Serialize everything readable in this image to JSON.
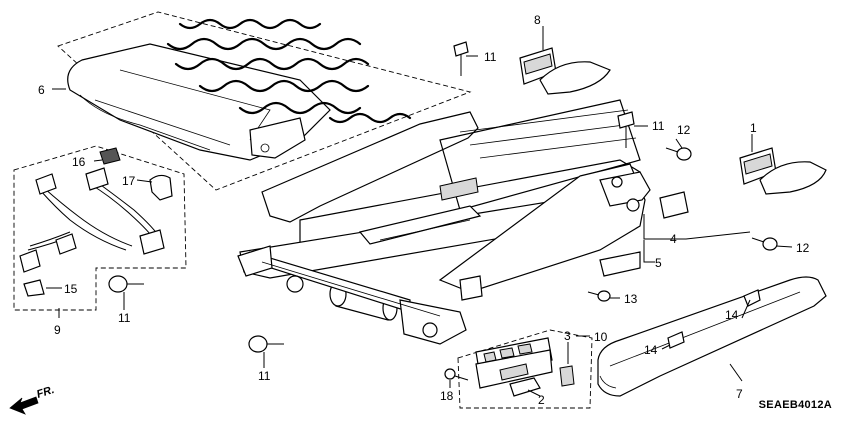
{
  "diagram_code": "SEAEB4012A",
  "direction_label": "FR.",
  "callouts": [
    {
      "key": "c1",
      "label": "1"
    },
    {
      "key": "c2",
      "label": "2"
    },
    {
      "key": "c3",
      "label": "3"
    },
    {
      "key": "c4",
      "label": "4"
    },
    {
      "key": "c5",
      "label": "5"
    },
    {
      "key": "c6",
      "label": "6"
    },
    {
      "key": "c7",
      "label": "7"
    },
    {
      "key": "c8",
      "label": "8"
    },
    {
      "key": "c9",
      "label": "9"
    },
    {
      "key": "c10",
      "label": "10"
    },
    {
      "key": "c11a",
      "label": "11"
    },
    {
      "key": "c11b",
      "label": "11"
    },
    {
      "key": "c11c",
      "label": "11"
    },
    {
      "key": "c11d",
      "label": "11"
    },
    {
      "key": "c12a",
      "label": "12"
    },
    {
      "key": "c12b",
      "label": "12"
    },
    {
      "key": "c13",
      "label": "13"
    },
    {
      "key": "c14a",
      "label": "14"
    },
    {
      "key": "c14b",
      "label": "14"
    },
    {
      "key": "c15",
      "label": "15"
    },
    {
      "key": "c16",
      "label": "16"
    },
    {
      "key": "c17",
      "label": "17"
    },
    {
      "key": "c18",
      "label": "18"
    }
  ]
}
